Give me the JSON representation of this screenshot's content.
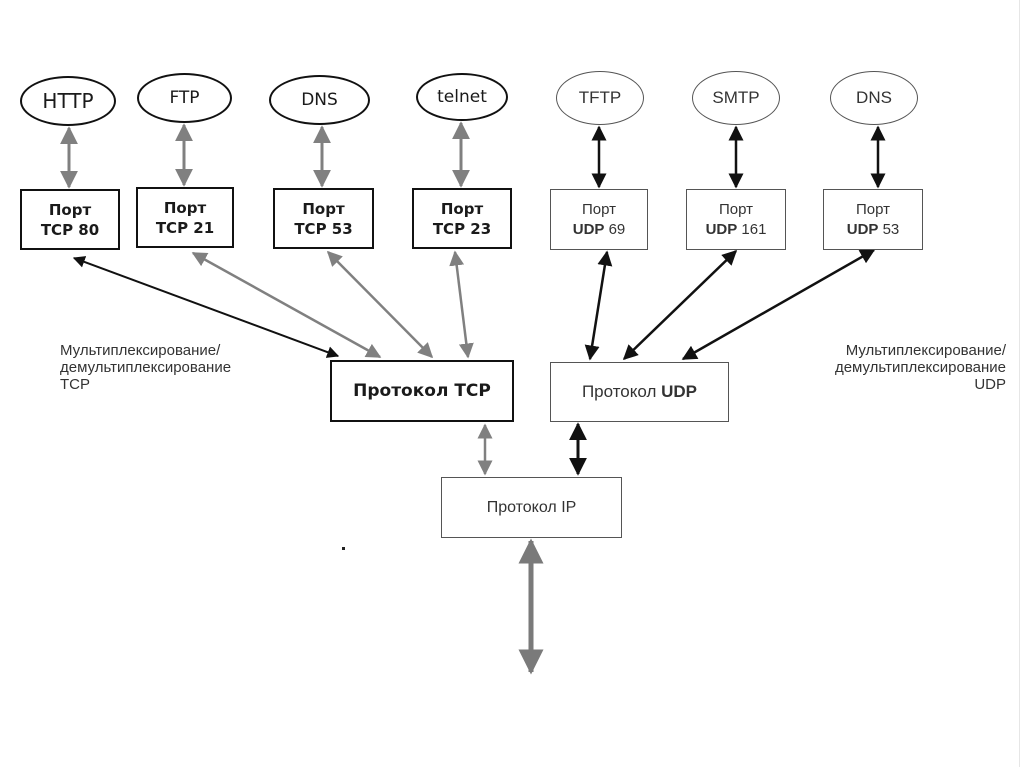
{
  "colors": {
    "tcp_arrow": "#808080",
    "udp_arrow": "#111111",
    "tcp_border": "#111111",
    "udp_border": "#555555",
    "text": "#1a1a1a",
    "label_text": "#333333"
  },
  "applications_tcp": [
    {
      "name": "HTTP"
    },
    {
      "name": "FTP"
    },
    {
      "name": "DNS"
    },
    {
      "name": "telnet"
    }
  ],
  "applications_udp": [
    {
      "name": "TFTP"
    },
    {
      "name": "SMTP"
    },
    {
      "name": "DNS"
    }
  ],
  "ports_tcp": [
    {
      "line1": "Порт",
      "proto": "TCP",
      "number": "80"
    },
    {
      "line1": "Порт",
      "proto": "TCP",
      "number": "21"
    },
    {
      "line1": "Порт",
      "proto": "TCP",
      "number": "53"
    },
    {
      "line1": "Порт",
      "proto": "TCP",
      "number": "23"
    }
  ],
  "ports_udp": [
    {
      "line1": "Порт",
      "proto": "UDP",
      "number": "69"
    },
    {
      "line1": "Порт",
      "proto": "UDP",
      "number": "161"
    },
    {
      "line1": "Порт",
      "proto": "UDP",
      "number": "53"
    }
  ],
  "protocols": {
    "tcp": {
      "prefix": "Протокол",
      "name": "TCP"
    },
    "udp": {
      "prefix": "Протокол",
      "name": "UDP"
    },
    "ip": {
      "label": "Протокол IP"
    }
  },
  "labels": {
    "tcp_mux": {
      "line1": "Мультиплексирование/",
      "line2": "демультиплексирование",
      "line3": "TCP"
    },
    "udp_mux": {
      "line1": "Мультиплексирование/",
      "line2": "демультиплексирование",
      "line3": "UDP"
    }
  }
}
